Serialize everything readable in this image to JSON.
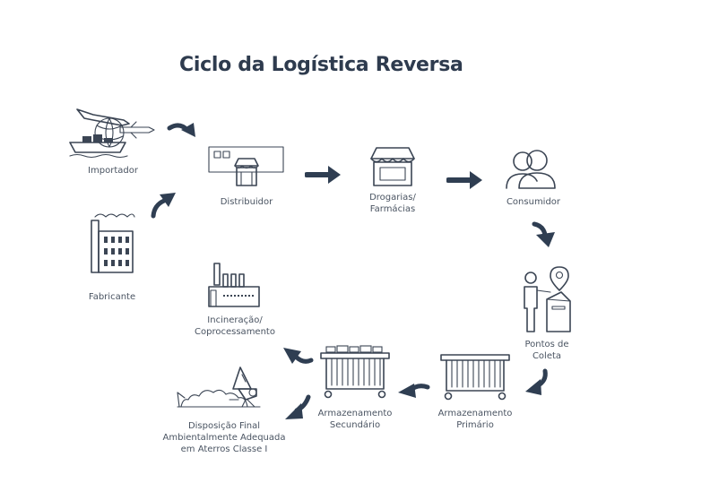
{
  "title": "Ciclo da Logística Reversa",
  "nodes": {
    "importador": "Importador",
    "fabricante": "Fabricante",
    "distribuidor": "Distribuidor",
    "drogarias_line1": "Drogarias/",
    "drogarias_line2": "Farmácias",
    "consumidor": "Consumidor",
    "pontos_line1": "Pontos de",
    "pontos_line2": "Coleta",
    "arm_primario_line1": "Armazenamento",
    "arm_primario_line2": "Primário",
    "arm_secundario_line1": "Armazenamento",
    "arm_secundario_line2": "Secundário",
    "incineracao_line1": "Incineração/",
    "incineracao_line2": "Coprocessamento",
    "disposicao_line1": "Disposição Final",
    "disposicao_line2": "Ambientalmente Adequada",
    "disposicao_line3": "em Aterros Classe I"
  },
  "colors": {
    "title": "#2e3b4e",
    "icon": "#3b4554",
    "arrow": "#2f3e52"
  }
}
